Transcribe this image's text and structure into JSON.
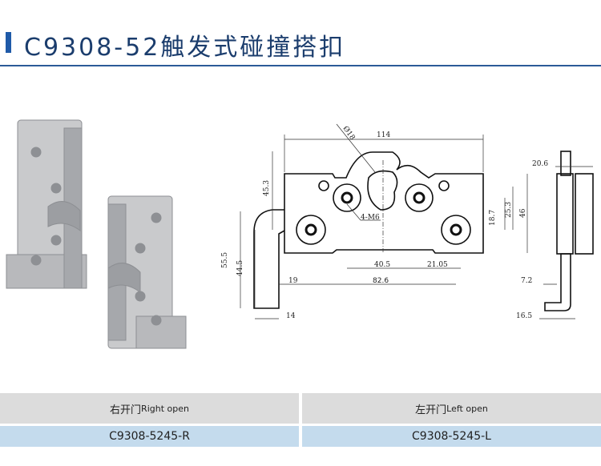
{
  "title": "C9308-52触发式碰撞搭扣",
  "colors": {
    "accent": "#1f5aa8",
    "title": "#1b3d6d",
    "header_row": "#dcdcdc",
    "value_row": "#c4dbed"
  },
  "drawing": {
    "dims": {
      "width_total": "114",
      "diameter": "Ø18",
      "height_left_upper": "45.3",
      "height_bracket": "55.5",
      "height_bracket_inner": "44.5",
      "hole_spacing_a": "40.5",
      "hole_spacing_b": "21.05",
      "bracket_offset": "19",
      "hole_span": "82.6",
      "bracket_width": "14",
      "thread": "4-M6",
      "vert_a": "18.7",
      "vert_b": "25.3",
      "plate_height": "46",
      "side_depth": "20.6",
      "side_offset": "7.2",
      "side_foot": "16.5"
    }
  },
  "table": {
    "headers": [
      {
        "cn": "右开门",
        "en": "Right open"
      },
      {
        "cn": "左开门",
        "en": "Left open"
      }
    ],
    "values": [
      "C9308-5245-R",
      "C9308-5245-L"
    ]
  }
}
